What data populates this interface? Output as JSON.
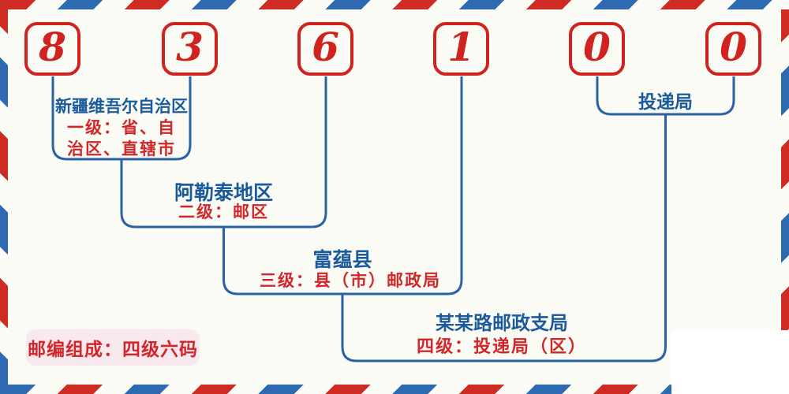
{
  "postal_code": {
    "value": "836100",
    "digits": [
      "8",
      "3",
      "6",
      "1",
      "0",
      "0"
    ]
  },
  "levels": [
    {
      "name": "新疆维吾尔自治区",
      "desc_line1": "一级：省、自",
      "desc_line2": "治区、直辖市",
      "level_full": "一级：省、自治区、直辖市"
    },
    {
      "name": "阿勒泰地区",
      "desc": "二级：邮区"
    },
    {
      "name": "富蕴县",
      "desc": "三级：县（市）邮政局"
    },
    {
      "name": "某某路邮政支局",
      "desc": "四级：投递局（区）"
    },
    {
      "name": "投递局"
    }
  ],
  "footer_badge": {
    "text": "邮编组成：四级六码"
  },
  "colors": {
    "digit_red": "#d0231f",
    "text_red": "#d2262a",
    "text_blue": "#1b5a9b",
    "line_blue": "#2b62a6",
    "stripe_red": "#ce2b22",
    "stripe_blue": "#2e6ab1",
    "badge_pink": "#f7e9ed",
    "background": "#fafbf5"
  }
}
